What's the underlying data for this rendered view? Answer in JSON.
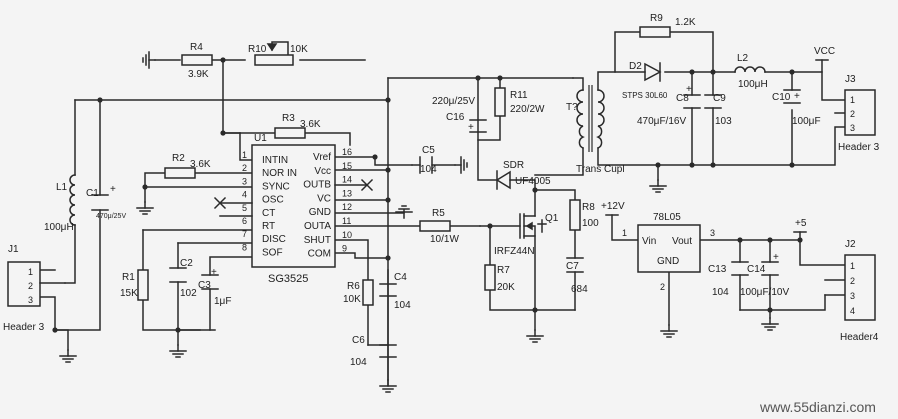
{
  "ic_u1": {
    "ref": "U1",
    "name": "SG3525",
    "pins_left": [
      {
        "num": "1",
        "name": "INTIN"
      },
      {
        "num": "2",
        "name": "NOR IN"
      },
      {
        "num": "3",
        "name": "SYNC"
      },
      {
        "num": "4",
        "name": "OSC"
      },
      {
        "num": "5",
        "name": "CT"
      },
      {
        "num": "6",
        "name": "RT"
      },
      {
        "num": "7",
        "name": "DISC"
      },
      {
        "num": "8",
        "name": "SOF"
      }
    ],
    "pins_right": [
      {
        "num": "16",
        "name": "Vref"
      },
      {
        "num": "15",
        "name": "Vcc"
      },
      {
        "num": "14",
        "name": "OUTB"
      },
      {
        "num": "13",
        "name": "VC"
      },
      {
        "num": "12",
        "name": "GND"
      },
      {
        "num": "11",
        "name": "OUTA"
      },
      {
        "num": "10",
        "name": "SHUT"
      },
      {
        "num": "9",
        "name": "COM"
      }
    ]
  },
  "ic_reg": {
    "name": "78L05",
    "vin": "Vin",
    "vout": "Vout",
    "gnd": "GND",
    "pin_in": "1",
    "pin_out": "3",
    "pin_gnd": "2"
  },
  "resistors": {
    "r1": {
      "ref": "R1",
      "value": "15K"
    },
    "r2": {
      "ref": "R2",
      "value": "3.6K"
    },
    "r3": {
      "ref": "R3",
      "value": "3.6K"
    },
    "r4": {
      "ref": "R4",
      "value": "3.9K"
    },
    "r5": {
      "ref": "R5",
      "value": "10/1W"
    },
    "r6": {
      "ref": "R6",
      "value": "10K"
    },
    "r7": {
      "ref": "R7",
      "value": "20K"
    },
    "r8": {
      "ref": "R8",
      "value": "100"
    },
    "r9": {
      "ref": "R9",
      "value": "1.2K"
    },
    "r10": {
      "ref": "R10",
      "value": "10K"
    },
    "r11": {
      "ref": "R11",
      "value": "220/2W"
    }
  },
  "capacitors": {
    "c1": {
      "ref": "C1",
      "value": "470μ/25V"
    },
    "c2": {
      "ref": "C2",
      "value": "102"
    },
    "c3": {
      "ref": "C3",
      "value": "1μF"
    },
    "c4": {
      "ref": "C4",
      "value": "104"
    },
    "c5": {
      "ref": "C5",
      "value": "104"
    },
    "c6": {
      "ref": "C6",
      "value": "104"
    },
    "c7": {
      "ref": "C7",
      "value": "684"
    },
    "c8": {
      "ref": "C8"
    },
    "c9": {
      "ref": "C9",
      "value": "103"
    },
    "c8c9_value": "470μF/16V",
    "c10": {
      "ref": "C10",
      "value": "100μF"
    },
    "c13": {
      "ref": "C13",
      "value": "104"
    },
    "c14": {
      "ref": "C14",
      "value": "100μF/10V"
    },
    "c16": {
      "ref": "C16",
      "value": "220μ/25V"
    }
  },
  "inductors": {
    "l1": {
      "ref": "L1",
      "value": "100μH"
    },
    "l2": {
      "ref": "L2",
      "value": "100μH"
    }
  },
  "semis": {
    "d2": {
      "ref": "D2",
      "value": "STPS 30L60"
    },
    "sdr": {
      "ref": "SDR",
      "value": "UF4005"
    },
    "q1": {
      "ref": "Q1",
      "value": "IRFZ44N"
    }
  },
  "transformer": {
    "ref": "T?",
    "name": "Trans Cupl"
  },
  "connectors": {
    "j1": {
      "ref": "J1",
      "name": "Header 3",
      "pins": [
        "1",
        "2",
        "3"
      ]
    },
    "j2": {
      "ref": "J2",
      "name": "Header4",
      "pins": [
        "1",
        "2",
        "3",
        "4"
      ]
    },
    "j3": {
      "ref": "J3",
      "name": "Header 3",
      "pins": [
        "1",
        "2",
        "3"
      ]
    }
  },
  "nets": {
    "vcc": "VCC",
    "plus12": "+12V",
    "plus5": "+5"
  },
  "watermark": "www.55dianzi.com"
}
